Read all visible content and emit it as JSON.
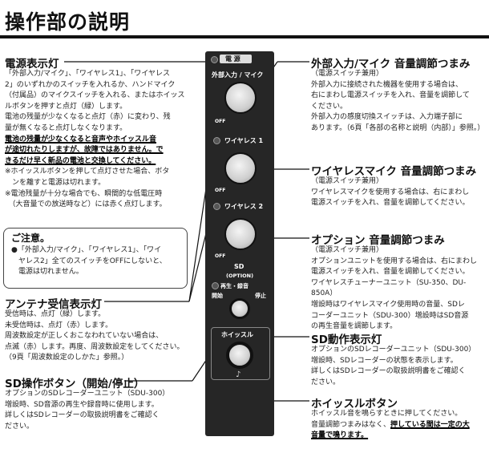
{
  "title": "操作部の説明",
  "panel": {
    "power_label": "電 源",
    "external_label": "外部入力 / マイク",
    "off1": "OFF",
    "wireless1_label": "ワイヤレス 1",
    "wireless2_label": "ワイヤレス 2",
    "off2": "OFF",
    "option_label": "ワイヤレス 2",
    "option_sub": "(OPTION)",
    "off3": "OFF",
    "sd_label": "SD",
    "sd_option": "(OPTION)",
    "play_rec": "再生・録音",
    "start": "開始",
    "stop": "停止",
    "whistle": "ホイッスル"
  },
  "power_lamp": {
    "heading": "電源表示灯",
    "lines": [
      "「外部入力/マイク」、「ワイヤレス1」、「ワイヤレス",
      "2」のいずれかのスイッチを入れるか、ハンドマイク",
      "（付属品）のマイクスイッチを入れる、またはホイッス",
      "ルボタンを押すと点灯（緑）します。",
      "電池の残量が少なくなると点灯（赤）に変わり、残",
      "量が無くなると点灯しなくなります。"
    ],
    "warning_lines": [
      "電池の残量が少なくなると音声やホイッスル音",
      "が途切れたりしますが、故障ではありません。で",
      "きるだけ早く新品の電池と交換してください。"
    ],
    "notes": [
      "※ホイッスルボタンを押して点灯させた場合、ボタ",
      "　ンを離すと電源は切れます。",
      "※電池残量が十分な場合でも、瞬間的な低電圧時",
      "　（大音量での放送時など）には赤く点灯します。"
    ]
  },
  "caution": {
    "title": "ご注意。",
    "lines": [
      "●「外部入力/マイク」、「ワイヤレス1」、「ワイ",
      "　ヤレス2」全てのスイッチをOFFにしないと、",
      "　電源は切れません。"
    ]
  },
  "antenna": {
    "heading": "アンテナ受信表示灯",
    "lines": [
      "受信時は、点灯（緑）します。",
      "未受信時は、点灯（赤）します。",
      "周波数設定が正しくおこなわれていない場合は、",
      "点滅（赤）します。再度、周波数設定をしてください。",
      "（9頁「周波数設定のしかた」参照。）"
    ]
  },
  "sd_button": {
    "heading": "SD操作ボタン（開始/停止）",
    "lines": [
      "オプションのSDレコーダーユニット（SDU-300）",
      "増設時、SD音源の再生や録音時に使用します。",
      "詳しくはSDレコーダーの取扱説明書をご確認く",
      "ださい。"
    ]
  },
  "external_knob": {
    "heading": "外部入力/マイク 音量調節つまみ",
    "lines": [
      "（電源スイッチ兼用）",
      "外部入力に接続された機器を使用する場合は、",
      "右にまわし電源スイッチを入れ、音量を調節して",
      "ください。",
      "外部入力の感度切換スイッチは、入力端子部に",
      "あります。（6頁「各部の名称と説明（内部）」参照。）"
    ]
  },
  "wireless_knob": {
    "heading": "ワイヤレスマイク 音量調節つまみ",
    "lines": [
      "（電源スイッチ兼用）",
      "ワイヤレスマイクを使用する場合は、右にまわし",
      "電源スイッチを入れ、音量を調節してください。"
    ]
  },
  "option_knob": {
    "heading": "オプション 音量調節つまみ",
    "lines": [
      "（電源スイッチ兼用）",
      "オプションユニットを使用する場合は、右にまわし",
      "電源スイッチを入れ、音量を調節してください。",
      "ワイヤレスチューナーユニット（SU-350、DU-850A）",
      "増設時はワイヤレスマイク使用時の音量、SDレ",
      "コーダーユニット（SDU-300）増設時はSD音源",
      "の再生音量を調節します。"
    ]
  },
  "sd_lamp": {
    "heading": "SD動作表示灯",
    "lines": [
      "オプションのSDレコーダーユニット（SDU-300）",
      "増設時、SDレコーダーの状態を表示します。",
      "詳しくはSDレコーダーの取扱説明書をご確認く",
      "ださい。"
    ]
  },
  "whistle_button": {
    "heading": "ホイッスルボタン",
    "lines": [
      "ホイッスル音を鳴らすときに押してください。",
      "音量調節つまみはなく、"
    ],
    "emph1": "押している間は一定の大",
    "emph2": "音量で鳴ります。"
  }
}
